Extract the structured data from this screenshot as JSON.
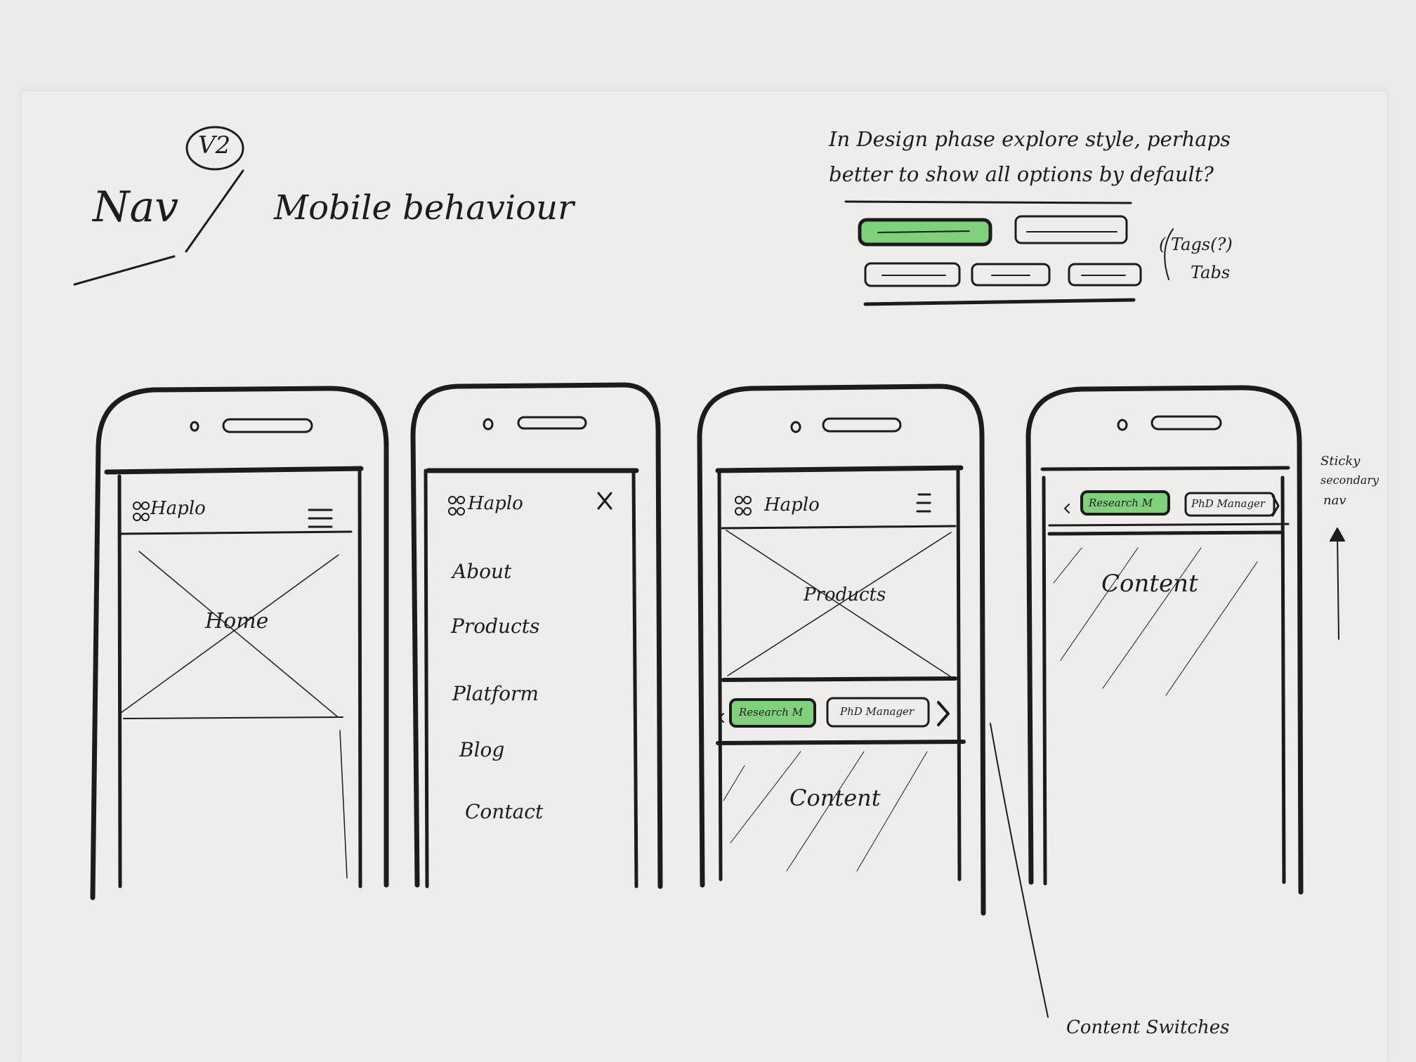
{
  "header": {
    "title_nav": "Nav",
    "version": "V2",
    "title_mobile": "Mobile behaviour"
  },
  "note": {
    "line1": "In Design phase explore style, perhaps",
    "line2": "better to show all options by default?",
    "tabs_label_1": "( Tags(?)",
    "tabs_label_2": "Tabs"
  },
  "phones": [
    {
      "logo": "Haplo",
      "menu_icon": "hamburger-icon",
      "hero": "Home"
    },
    {
      "logo": "Haplo",
      "menu_icon": "close-icon",
      "menu_items": [
        "About",
        "Products",
        "Platform",
        "Blog",
        "Contact"
      ]
    },
    {
      "logo": "Haplo",
      "menu_icon": "hamburger-icon",
      "hero": "Products",
      "tab_active": "Research M",
      "tab_inactive": "PhD Manager",
      "content": "Content"
    },
    {
      "tab_active": "Research M",
      "tab_inactive": "PhD Manager",
      "content": "Content"
    }
  ],
  "annotations": {
    "sticky_line1": "Sticky",
    "sticky_line2": "secondary",
    "sticky_line3": "nav",
    "content_switches": "Content Switches"
  },
  "colors": {
    "accent_green": "#7fd27a",
    "ink": "#1c1c1c",
    "paper": "#eeedeb"
  }
}
